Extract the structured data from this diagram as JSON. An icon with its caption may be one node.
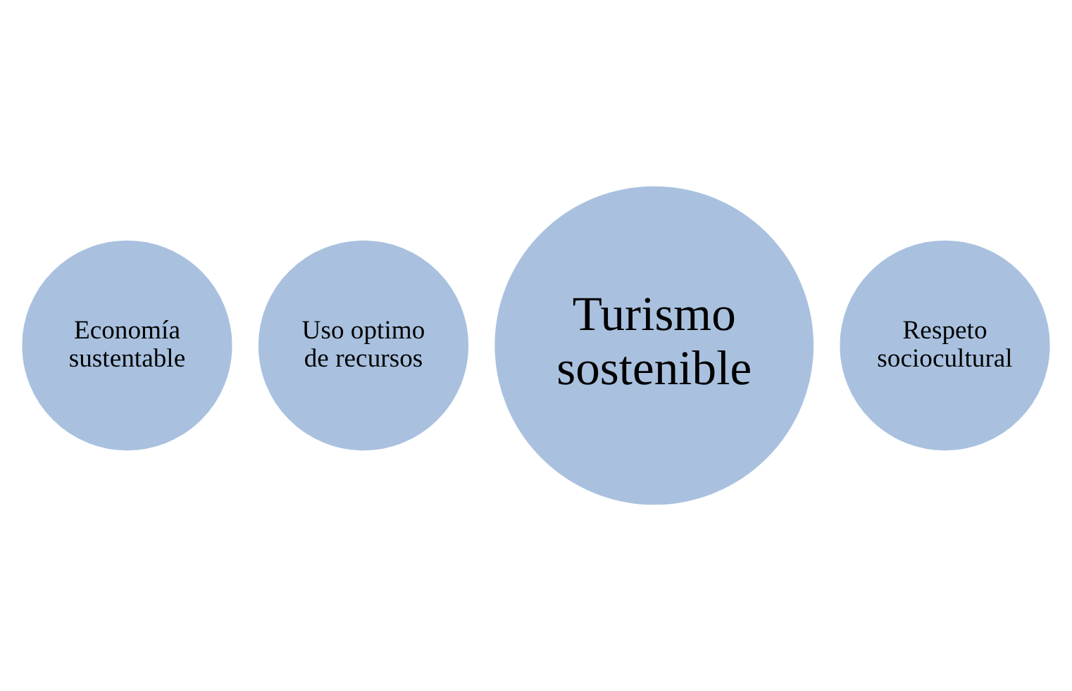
{
  "diagram": {
    "nodes": [
      {
        "text": [
          "Uso optimo de recursos"
        ]
      },
      {
        "text": [
          "Turismo sostenible"
        ]
      },
      {
        "text": [
          "Economía sustentable"
        ]
      },
      {
        "text": [
          "Respeto sociocultural"
        ]
      }
    ],
    "edges": []
  }
}
